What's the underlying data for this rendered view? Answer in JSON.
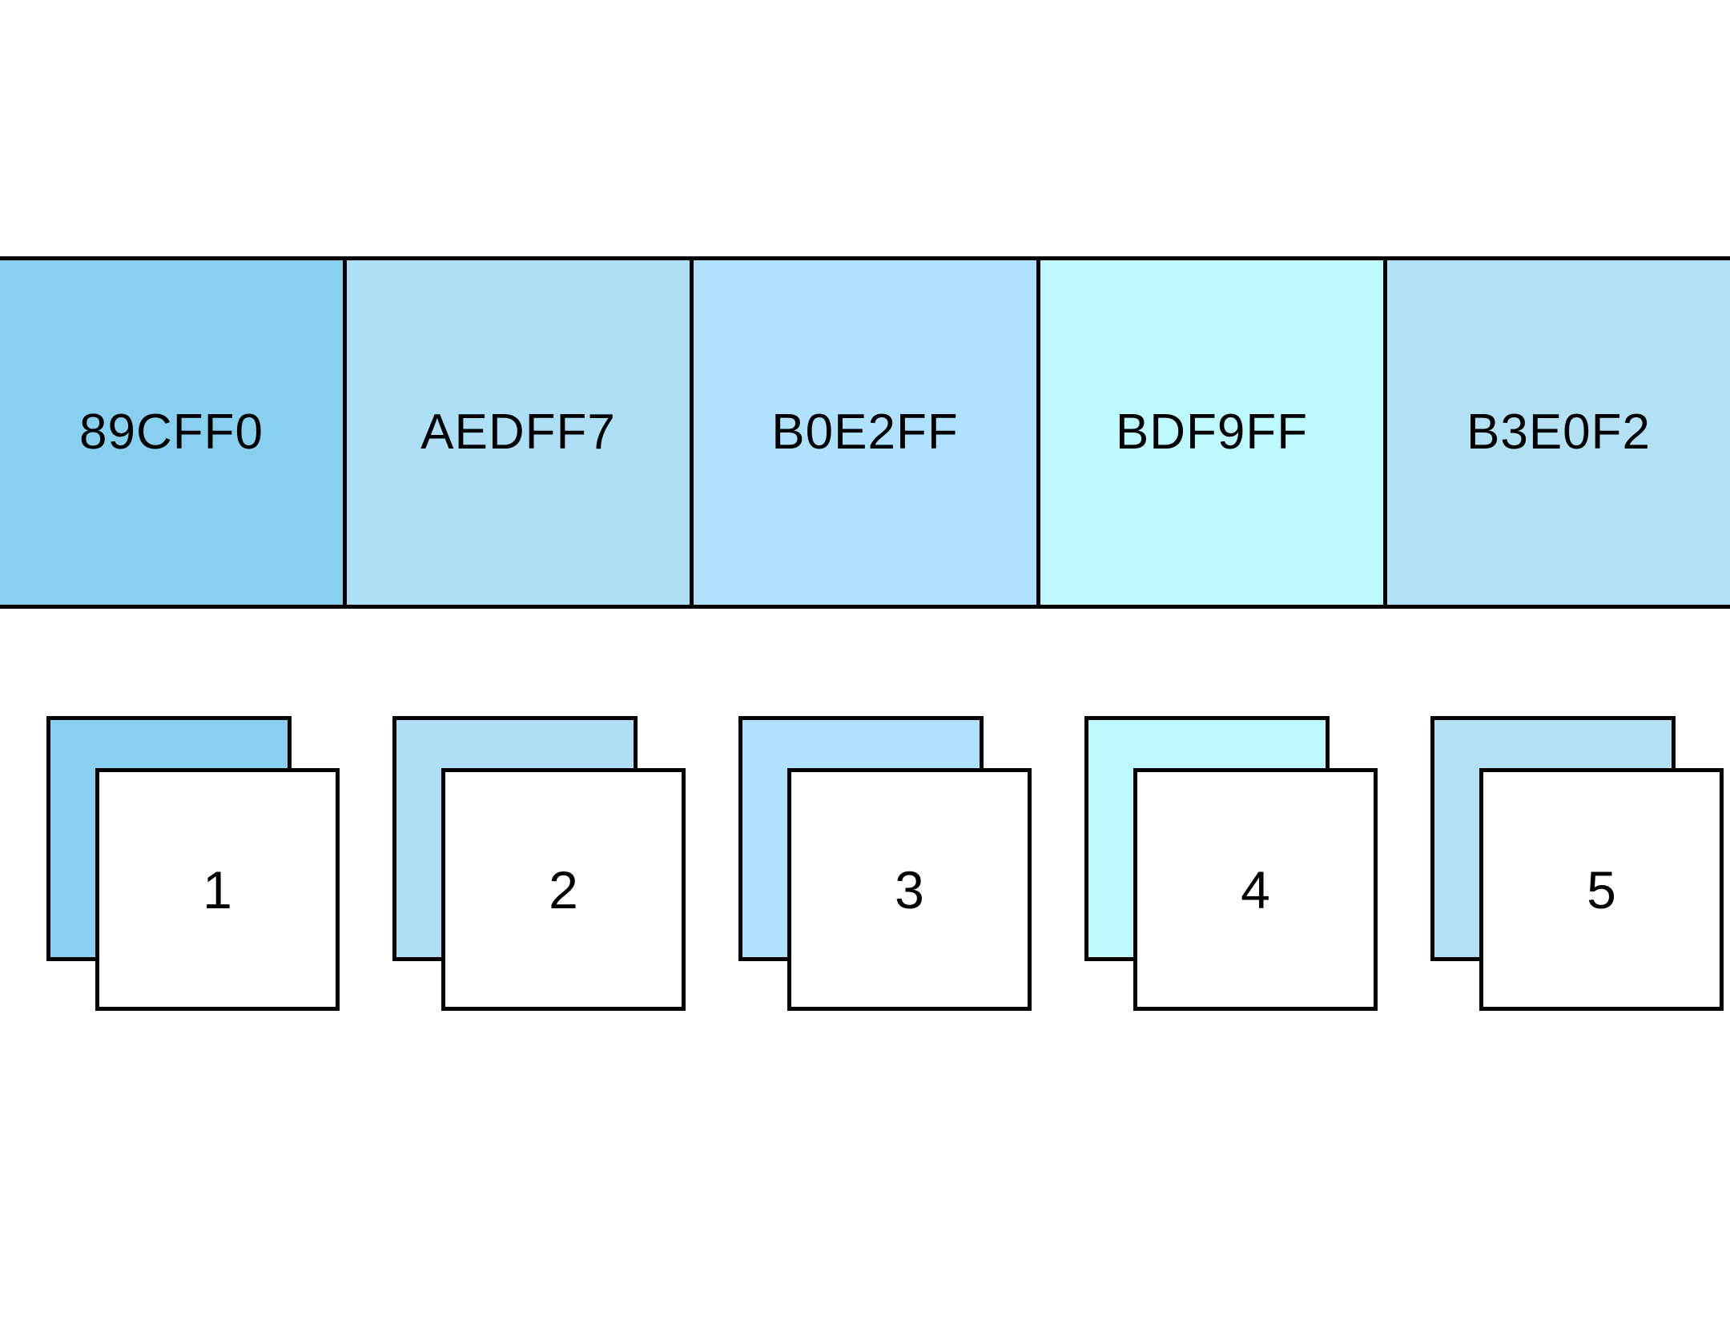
{
  "figure": {
    "title": "",
    "background_color": "#FFFFFF",
    "outline_color": "#000000"
  },
  "palette": {
    "name": "light-blue-palette",
    "count": 5,
    "swatches": [
      {
        "hex_label": "89CFF0",
        "color": "#89CFF0",
        "index": "1"
      },
      {
        "hex_label": "AEDFF7",
        "color": "#AEDFF7",
        "index": "2"
      },
      {
        "hex_label": "B0E2FF",
        "color": "#B0E2FF",
        "index": "3"
      },
      {
        "hex_label": "BDF9FF",
        "color": "#BDF9FF",
        "index": "4"
      },
      {
        "hex_label": "B3E0F2",
        "color": "#B3E0F2",
        "index": "5"
      }
    ]
  },
  "chart_data": {
    "type": "table",
    "title": "",
    "categories": [
      "1",
      "2",
      "3",
      "4",
      "5"
    ],
    "values": [
      "89CFF0",
      "AEDFF7",
      "B0E2FF",
      "BDF9FF",
      "B3E0F2"
    ],
    "colors": [
      "#89CFF0",
      "#AEDFF7",
      "#B0E2FF",
      "#BDF9FF",
      "#B3E0F2"
    ],
    "xlabel": "",
    "ylabel": "",
    "legend": "none",
    "grid": false
  }
}
